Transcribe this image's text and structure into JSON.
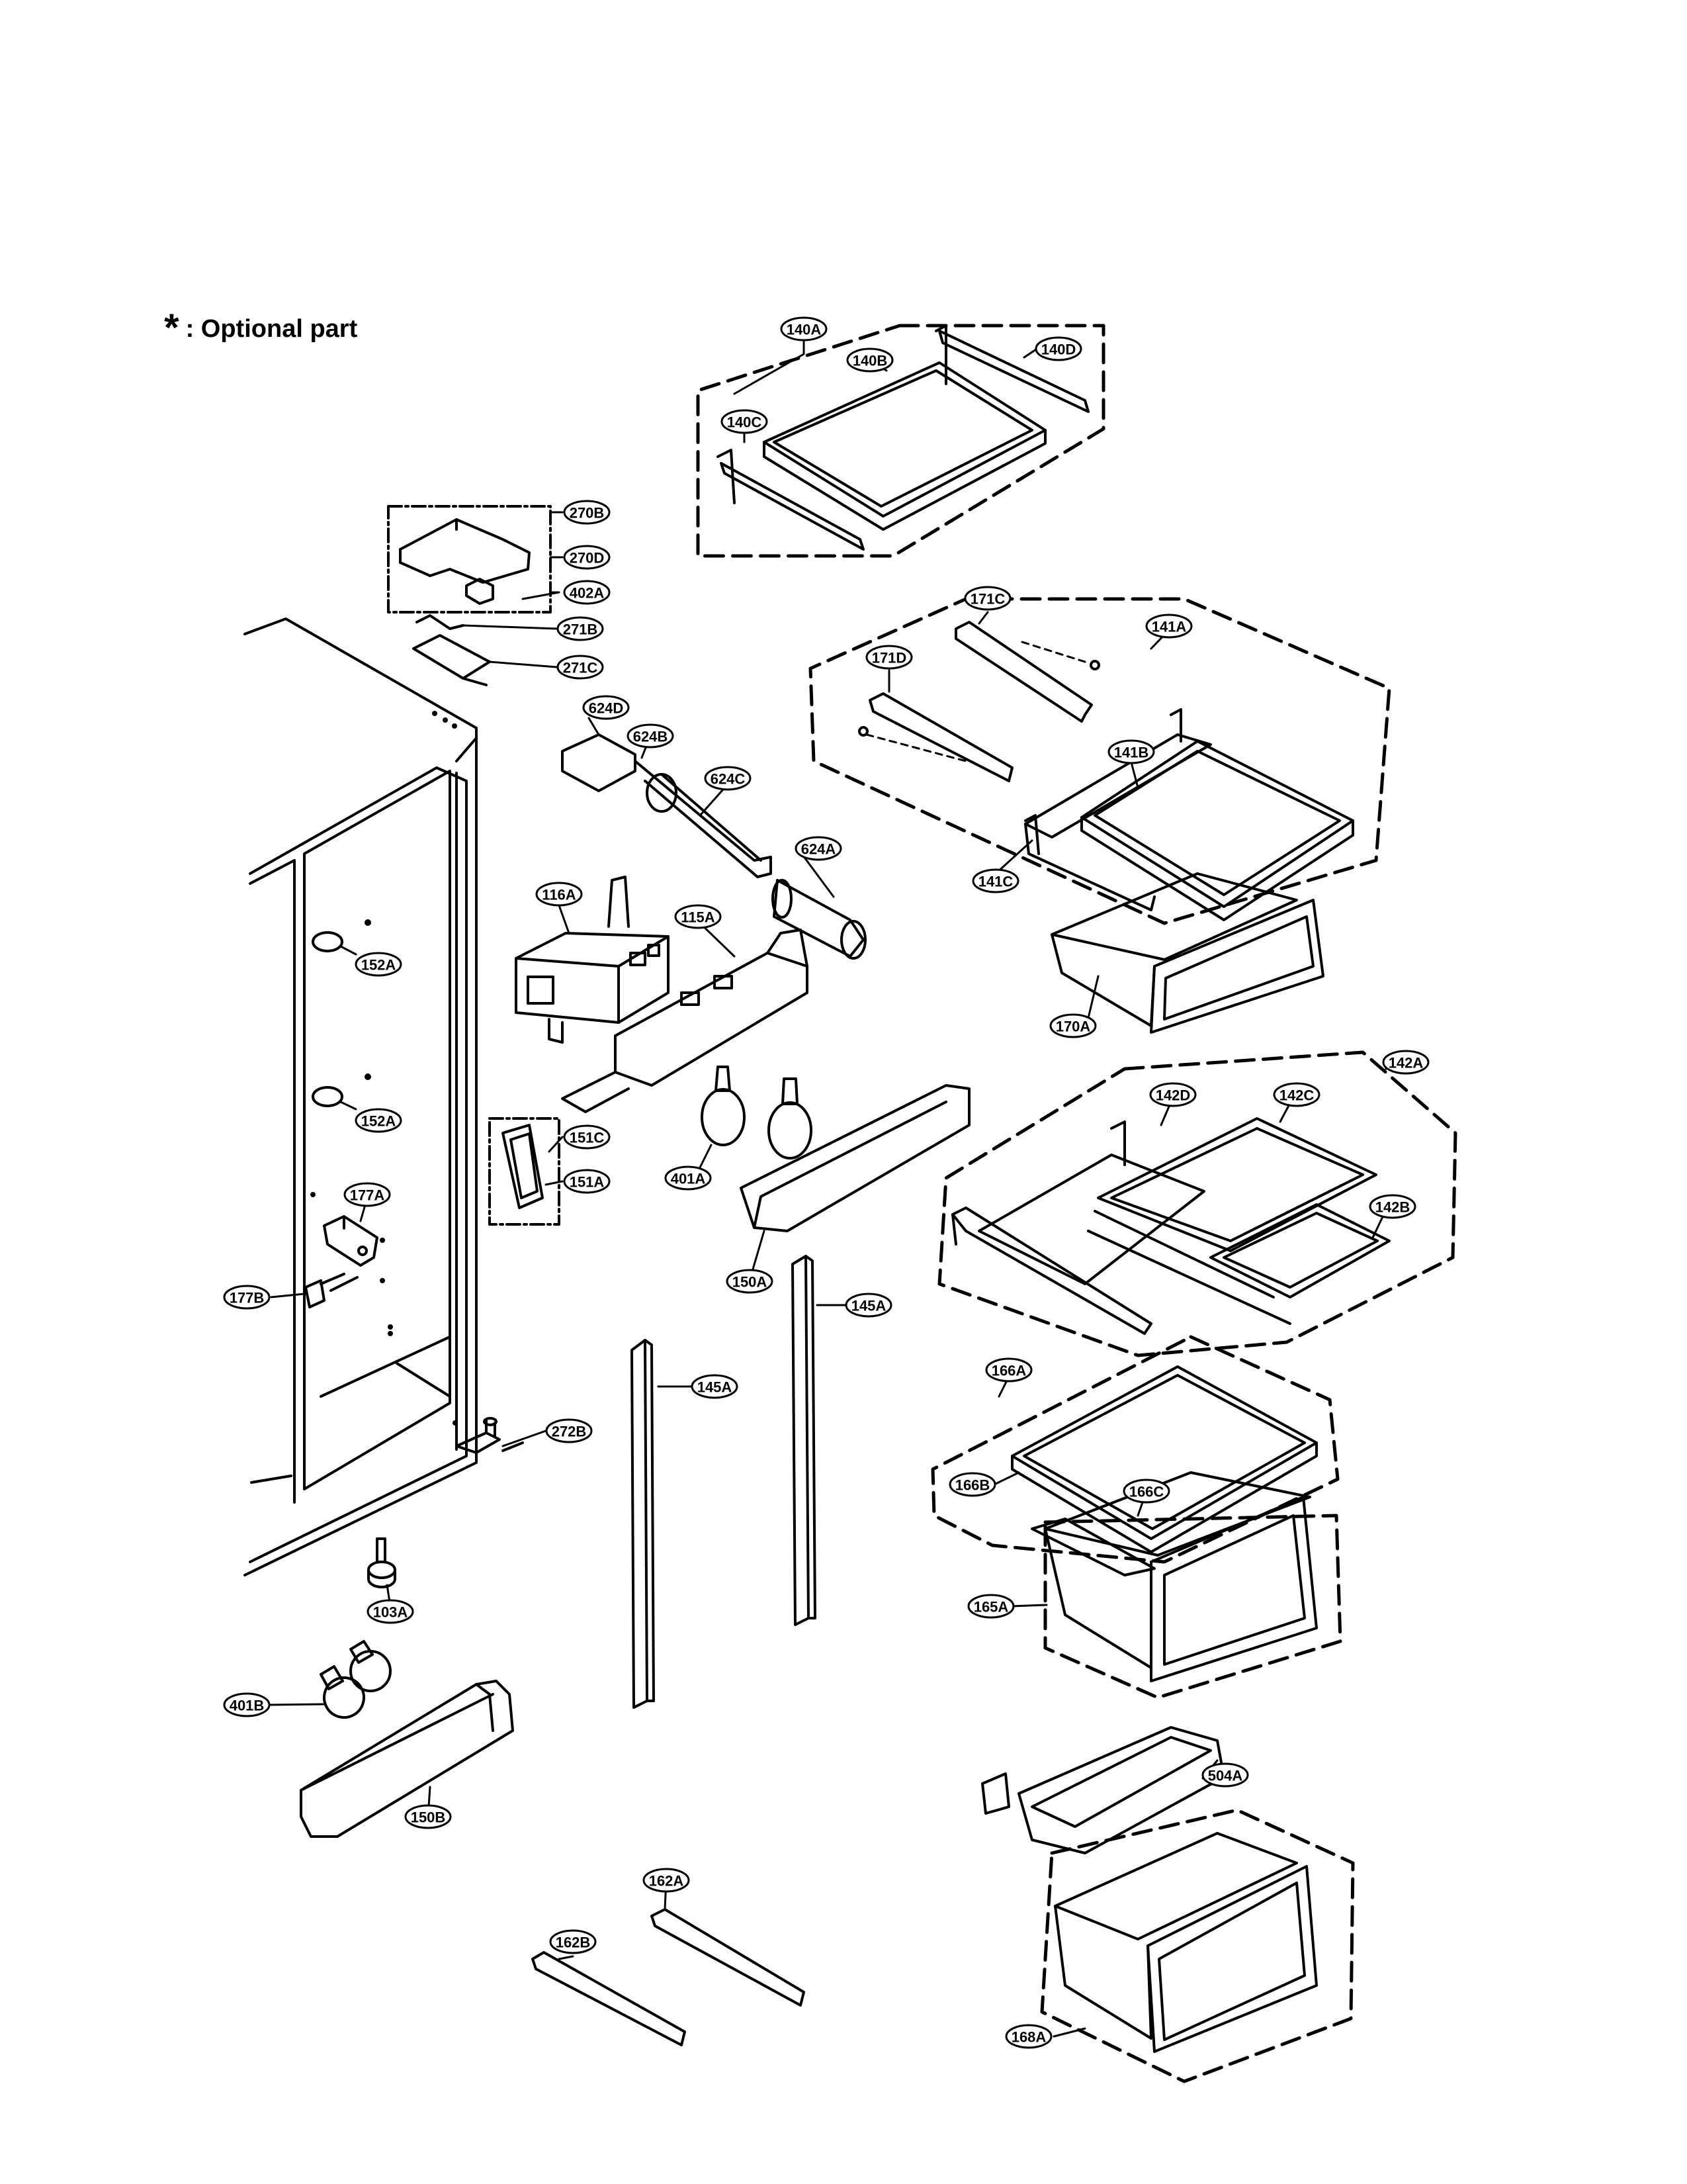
{
  "legend": {
    "symbol": "*",
    "text": ": Optional part"
  },
  "labels": {
    "l140A": "140A",
    "l140B": "140B",
    "l140C": "140C",
    "l140D": "140D",
    "l270B": "270B",
    "l270D": "270D",
    "l402A": "402A",
    "l271B": "271B",
    "l271C": "271C",
    "l171C": "171C",
    "l171D": "171D",
    "l141A": "141A",
    "l141B": "141B",
    "l141C": "141C",
    "l624D": "624D",
    "l624B": "624B",
    "l624C": "624C",
    "l624A": "624A",
    "l116A": "116A",
    "l115A": "115A",
    "l170A": "170A",
    "l152A_1": "152A",
    "l152A_2": "152A",
    "l151C": "151C",
    "l151A": "151A",
    "l401A": "401A",
    "l150A": "150A",
    "l142A": "142A",
    "l142D": "142D",
    "l142C": "142C",
    "l142B": "142B",
    "l177A": "177A",
    "l177B": "177B",
    "l145A_1": "145A",
    "l145A_2": "145A",
    "l166A": "166A",
    "l166B": "166B",
    "l166C": "166C",
    "l272B": "272B",
    "l165A": "165A",
    "l103A": "103A",
    "l401B": "401B",
    "l150B": "150B",
    "l504A": "504A",
    "l162A": "162A",
    "l162B": "162B",
    "l168A": "168A"
  }
}
